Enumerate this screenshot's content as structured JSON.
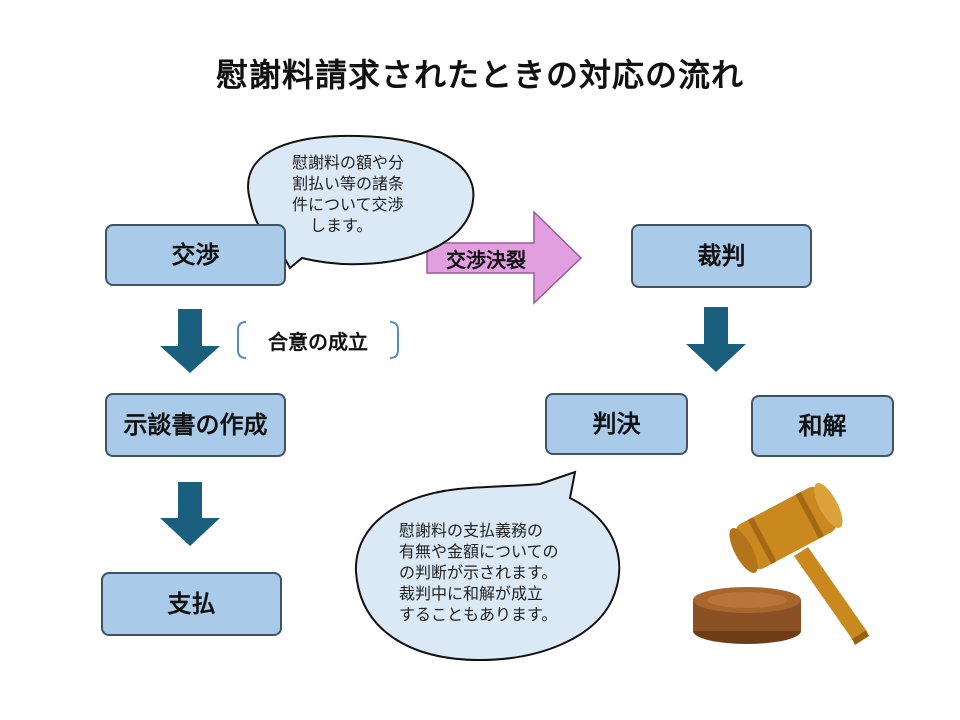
{
  "title": "慰謝料請求されたときの対応の流れ",
  "nodes": {
    "negotiation": "交渉",
    "settlement_doc": "示談書の作成",
    "payment": "支払",
    "trial": "裁判",
    "judgment": "判決",
    "reconciliation": "和解"
  },
  "labels": {
    "agreement": "合意の成立",
    "negotiation_breakdown": "交渉決裂"
  },
  "bubbles": {
    "negotiation_note": [
      "慰謝料の額や分",
      "割払い等の諸条",
      "件について交渉",
      "します。"
    ],
    "trial_note": [
      "慰謝料の支払義務の",
      "有無や金額についての",
      "の判断が示されます。",
      "裁判中に和解が成立",
      "することもあります。"
    ]
  },
  "colors": {
    "box_fill": "#a9cbe9",
    "down_arrow": "#1b5f7e",
    "breakdown_arrow": "#e29fe0",
    "bubble_fill": "#dbe8f5"
  }
}
